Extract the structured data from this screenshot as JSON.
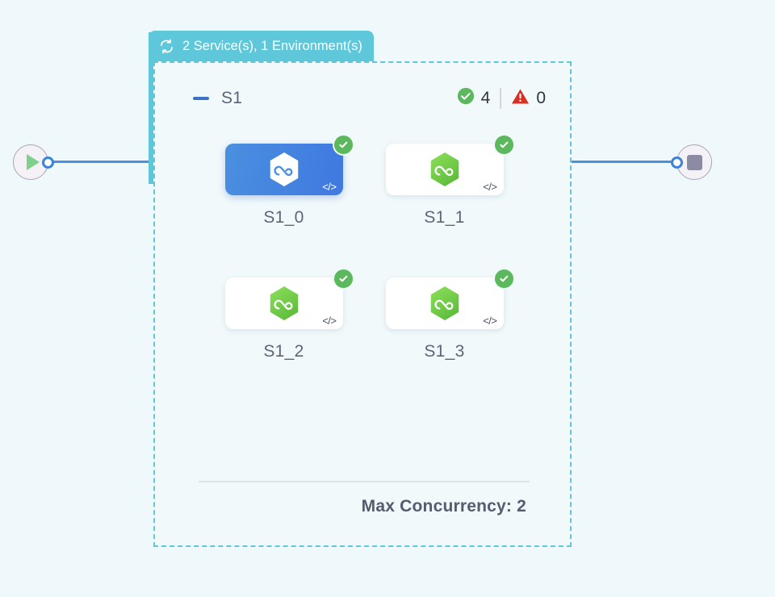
{
  "group": {
    "header": {
      "icon": "sync-loop-icon",
      "label": "2 Service(s), 1 Environment(s)"
    },
    "toolbar": {
      "collapse_icon": "minus-icon",
      "name": "S1",
      "status": {
        "success_icon": "check-circle-icon",
        "success_count": "4",
        "error_icon": "warning-triangle-icon",
        "error_count": "0"
      }
    },
    "footer": {
      "max_concurrency_label": "Max Concurrency: 2"
    }
  },
  "nodes": [
    {
      "label": "S1_0",
      "state": "selected",
      "logo": "nodejs-hex-icon",
      "badge": "check-circle-icon",
      "code_tag": "</>"
    },
    {
      "label": "S1_1",
      "state": "idle",
      "logo": "nodejs-hex-icon",
      "badge": "check-circle-icon",
      "code_tag": "</>"
    },
    {
      "label": "S1_2",
      "state": "idle",
      "logo": "nodejs-hex-icon",
      "badge": "check-circle-icon",
      "code_tag": "</>"
    },
    {
      "label": "S1_3",
      "state": "idle",
      "logo": "nodejs-hex-icon",
      "badge": "check-circle-icon",
      "code_tag": "</>"
    }
  ],
  "terminals": {
    "start": {
      "icon": "play-icon",
      "name": "start-node"
    },
    "end": {
      "icon": "stop-icon",
      "name": "end-node"
    }
  },
  "colors": {
    "background": "#eff8fb",
    "group_accent": "#5ec8da",
    "edge": "#4a90e2",
    "selected_node": "#4285e0",
    "success": "#5cb85c",
    "error": "#d93025",
    "node_logo": "#7ad13e"
  }
}
